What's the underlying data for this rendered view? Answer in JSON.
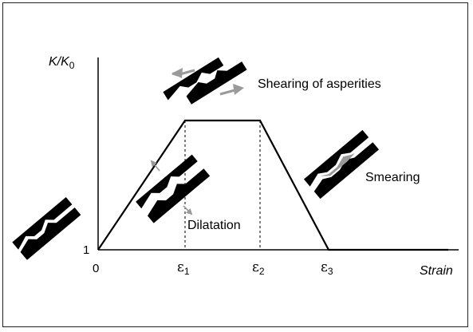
{
  "chart_data": {
    "type": "line",
    "ylabel_main": "K/K",
    "ylabel_sub": "0",
    "xlabel": "Strain",
    "y_tick": "1",
    "x_ticks": [
      {
        "symbol": "ε",
        "sub": "1"
      },
      {
        "symbol": "ε",
        "sub": "2"
      },
      {
        "symbol": "ε",
        "sub": "3"
      }
    ],
    "origin_label": "0",
    "annotations": {
      "shearing": "Shearing of asperities",
      "smearing": "Smearing",
      "dilatation": "Dilatation"
    }
  }
}
